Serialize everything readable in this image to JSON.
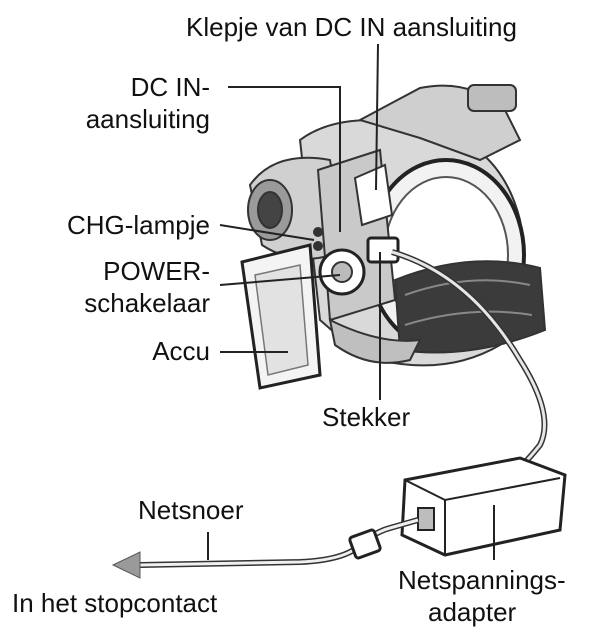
{
  "labels": {
    "dc_in_cover": "Klepje van DC IN aansluiting",
    "dc_in_jack_line1": "DC IN-",
    "dc_in_jack_line2": "aansluiting",
    "chg_lamp": "CHG-lampje",
    "power_switch_line1": "POWER-",
    "power_switch_line2": "schakelaar",
    "battery": "Accu",
    "plug": "Stekker",
    "mains_cord": "Netsnoer",
    "wall_outlet": "In het stopcontact",
    "ac_adapter_line1": "Netspannings-",
    "ac_adapter_line2": "adapter"
  },
  "icons": {
    "camera": "camcorder-illustration",
    "adapter": "ac-adapter-illustration",
    "arrow": "arrow-left-icon"
  }
}
